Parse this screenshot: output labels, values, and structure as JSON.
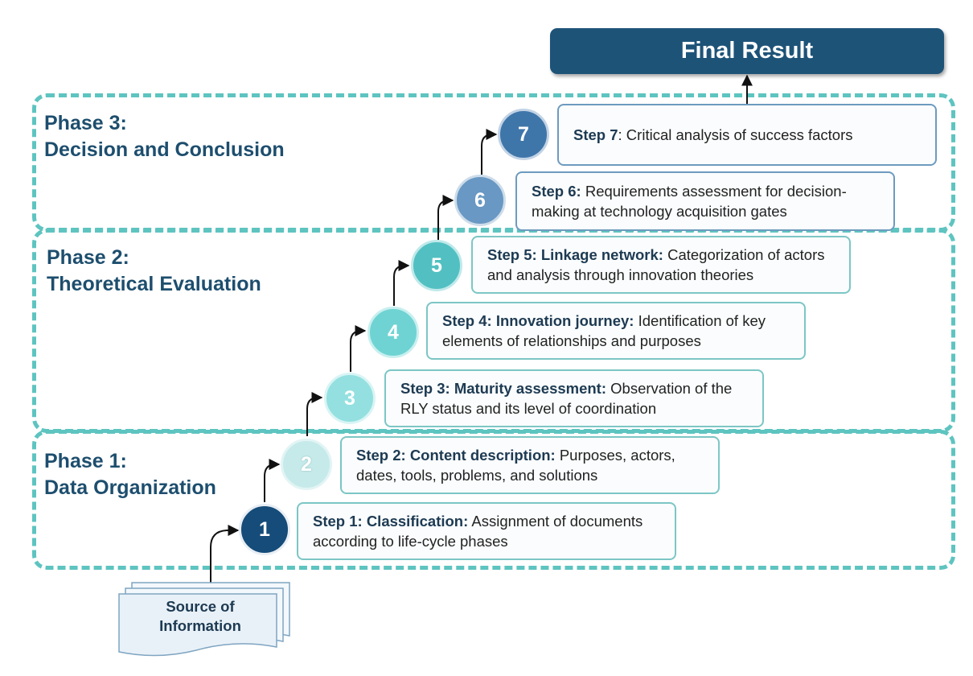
{
  "final_result": "Final Result",
  "phases": [
    {
      "line1": "Phase 3:",
      "line2": "Decision and Conclusion"
    },
    {
      "line1": "Phase 2:",
      "line2": "Theoretical Evaluation"
    },
    {
      "line1": "Phase 1:",
      "line2": "Data Organization"
    }
  ],
  "steps": [
    {
      "number": "1",
      "label": "Step 1: Classification:",
      "text": "Assignment of documents according to life-cycle phases"
    },
    {
      "number": "2",
      "label": "Step 2: Content description:",
      "text": "Purposes, actors, dates, tools, problems, and solutions"
    },
    {
      "number": "3",
      "label": "Step 3: Maturity assessment:",
      "text": "Observation of the RLY status and its level of coordination"
    },
    {
      "number": "4",
      "label": "Step 4: Innovation journey:",
      "text": "Identification of key elements of relationships and purposes"
    },
    {
      "number": "5",
      "label": "Step 5: Linkage network:",
      "text": "Categorization of actors and analysis through innovation theories"
    },
    {
      "number": "6",
      "label": "Step 6:",
      "text": "Requirements assessment for decision-making at technology acquisition gates"
    },
    {
      "number": "7",
      "label": "Step 7",
      "text": ": Critical analysis of success factors"
    }
  ],
  "source": {
    "line1": "Source of",
    "line2": "Information"
  },
  "colors": {
    "dash": "#5ec4c0",
    "phase_title": "#1d4e6e",
    "final_bg": "#1e5378"
  }
}
